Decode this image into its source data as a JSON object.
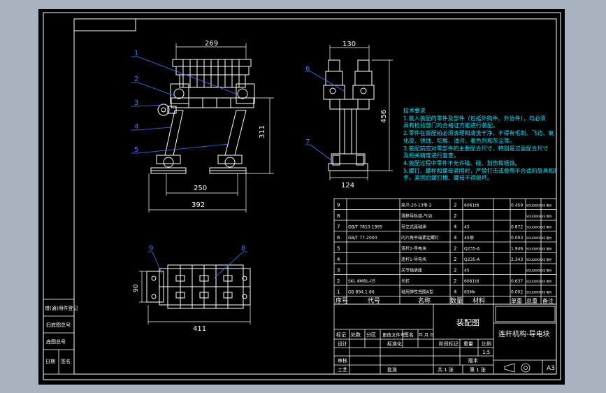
{
  "colors": {
    "frame_bg": "#a9b3bf",
    "canvas": "#000000",
    "line": "#ffffff",
    "dim": "#ffffff",
    "leader": "#3a7bff",
    "note": "#00e5ff",
    "highlight": "#ffff66"
  },
  "dimensions": {
    "front_width_top": "269",
    "front_height": "311",
    "front_inner": "250",
    "front_overall": "392",
    "side_width_top": "130",
    "side_height": "456",
    "side_bottom": "124",
    "plan_height": "90",
    "plan_width": "411"
  },
  "balloons": {
    "b1": "1",
    "b2": "2",
    "b3": "3",
    "b4": "4",
    "b5": "5",
    "b6": "6",
    "b7": "7",
    "b8": "8",
    "b9": "9"
  },
  "requirements": {
    "title": "技术要求",
    "lines": [
      "1.装入装配的零件及部件（包括外购件、外协件），均必须",
      "  具有检验部门的合格证方能进行装配。",
      "2.零件在装配前必须清理和清洗干净，不得有毛刺、飞边、氧",
      "  化皮、锈蚀、切屑、油污、着色剂和灰尘等。",
      "3.装配前应对零部件的主要配合尺寸，特别是过盈配合尺寸",
      "  及相关精度进行复查。",
      "4.装配过程中零件不允许磕、碰、划伤和锈蚀。",
      "5.螺钉、螺栓和螺母紧固时，严禁打击或使用不合适的旋具和扳",
      "  手。紧固后螺钉槽、螺母不得损坏。"
    ]
  },
  "bom": {
    "rows": [
      {
        "no": "9",
        "code": "",
        "name": "夹爪-20-13带-2",
        "qty": "2",
        "material": "6061t6",
        "weight": "0.459",
        "note": "SOLIDWORKS 零件"
      },
      {
        "no": "8",
        "code": "",
        "name": "滑移导轨组-气动",
        "qty": "2",
        "material": "",
        "weight": "",
        "note": "SOLIDWORKS 零件"
      },
      {
        "no": "7",
        "code": "GB/T 7810-1995",
        "name": "带立式座轴承",
        "qty": "4",
        "material": "45",
        "weight": "0.872",
        "note": "SOLIDWORKS 零件"
      },
      {
        "no": "6",
        "code": "GB/T 77-2000",
        "name": "内六角平端紧定螺钉",
        "qty": "4",
        "material": "45钢",
        "weight": "0.003",
        "note": "SOLIDWORKS 零件"
      },
      {
        "no": "5",
        "code": "",
        "name": "连杆2-导电块",
        "qty": "2",
        "material": "Q235-A",
        "weight": "1.946",
        "note": "SOLIDWORKS 零件"
      },
      {
        "no": "4",
        "code": "",
        "name": "连杆1-导电块",
        "qty": "2",
        "material": "Q235-A",
        "weight": "2.343",
        "note": "SOLIDWORKS 零件"
      },
      {
        "no": "3",
        "code": "",
        "name": "关节轴承座",
        "qty": "2",
        "material": "45",
        "weight": "",
        "note": "SOLIDWORKS 零件"
      },
      {
        "no": "2",
        "code": "SKL 8MBL-05",
        "name": "光杠",
        "qty": "2",
        "material": "6061t6",
        "weight": "0.637",
        "note": "SOLIDWORKS 零件"
      },
      {
        "no": "1",
        "code": "GB 894.1-86",
        "name": "轴用弹性挡圈A型",
        "qty": "4",
        "material": "65Mn",
        "weight": "0.002",
        "note": "SOLIDWORKS 零件"
      }
    ],
    "headers": {
      "no": "序号",
      "code": "代号",
      "name": "名称",
      "qty": "数量",
      "material": "材料",
      "unit_weight": "单重",
      "total_weight": "总重",
      "note": "备注"
    }
  },
  "title_block": {
    "drawing_type": "装配图",
    "part_name": "连杆机构-导电块",
    "sheet_size": "A3",
    "scale": "1:5",
    "labels": {
      "mark": "标记",
      "count": "处数",
      "zone": "分区",
      "change_doc": "更改文件号",
      "signature": "签名",
      "date": "年.月.日",
      "design": "设计",
      "standardize": "标准化",
      "stage_mark": "阶段标记",
      "weight": "重量",
      "scale": "比例",
      "review": "审核",
      "process": "工艺",
      "approve": "批准",
      "sheets_total": "共 1 张",
      "sheet_no": "第 1 张",
      "version": "版本"
    }
  },
  "left_stamps": {
    "s1": "借(通)用件登记",
    "s2": "旧底图总号",
    "s3": "底图总号",
    "s4": "日期",
    "s5": "签名"
  }
}
